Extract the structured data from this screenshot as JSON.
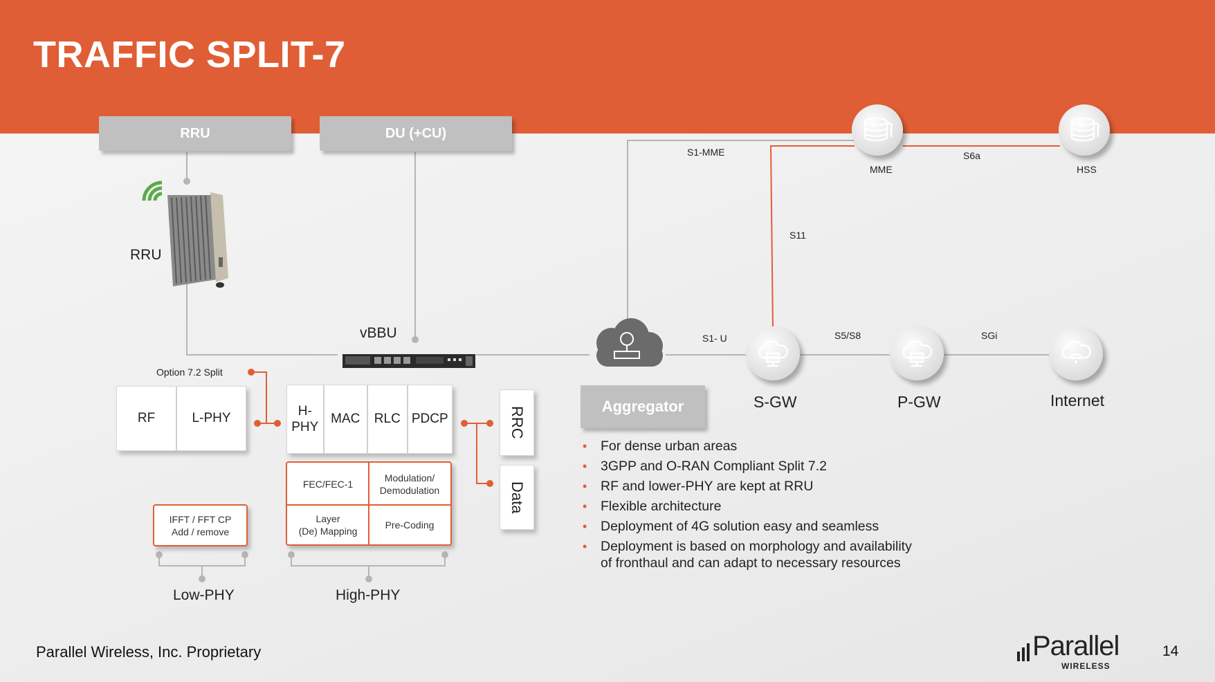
{
  "title": "TRAFFIC SPLIT-7",
  "headers": {
    "rru": "RRU",
    "du": "DU (+CU)"
  },
  "rru_label": "RRU",
  "vbbu_label": "vBBU",
  "option_label": "Option 7.2 Split",
  "low_box": [
    "RF",
    "L-PHY"
  ],
  "high_box": [
    "H-\nPHY",
    "MAC",
    "RLC",
    "PDCP"
  ],
  "vertical_boxes": [
    "RRC",
    "Data"
  ],
  "ifft_label": "IFFT / FFT CP\nAdd / remove",
  "high_phy_cells": [
    "FEC/FEC-1",
    "Modulation/\nDemodulation",
    "Layer\n(De) Mapping",
    "Pre-Coding"
  ],
  "group_labels": {
    "low": "Low-PHY",
    "high": "High-PHY"
  },
  "aggregator": "Aggregator",
  "interfaces": {
    "s1_mme": "S1-MME",
    "s6a": "S6a",
    "s11": "S11",
    "s1_u": "S1- U",
    "s5_s8": "S5/S8",
    "sgi": "SGi"
  },
  "nodes": {
    "mme": "MME",
    "hss": "HSS",
    "sgw": "S-GW",
    "pgw": "P-GW",
    "internet": "Internet"
  },
  "bullets": [
    "For dense urban areas",
    "3GPP and O-RAN Compliant Split 7.2",
    "RF and lower-PHY are kept at RRU",
    "Flexible architecture",
    "Deployment of 4G solution easy and seamless",
    "Deployment is based on morphology and availability\nof fronthaul and can adapt to necessary resources"
  ],
  "footer": "Parallel Wireless, Inc. Proprietary",
  "page_number": "14",
  "logo": {
    "name": "Parallel",
    "sub": "WIRELESS"
  },
  "colors": {
    "accent": "#e05e36",
    "header_gray": "#c0c0c0",
    "wifi_green": "#5aab47"
  }
}
